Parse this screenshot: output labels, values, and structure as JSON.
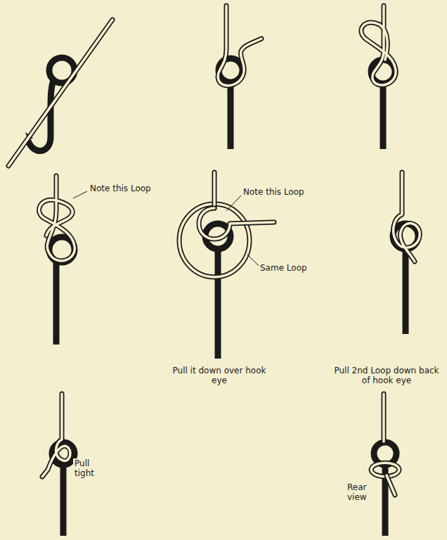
{
  "diagram": {
    "labels": [
      "Note this Loop",
      "Note this Loop",
      "Same Loop",
      "Pull it down over hook eye",
      "Pull 2nd Loop down back of hook eye",
      "Pull tight",
      "Rear view"
    ]
  }
}
